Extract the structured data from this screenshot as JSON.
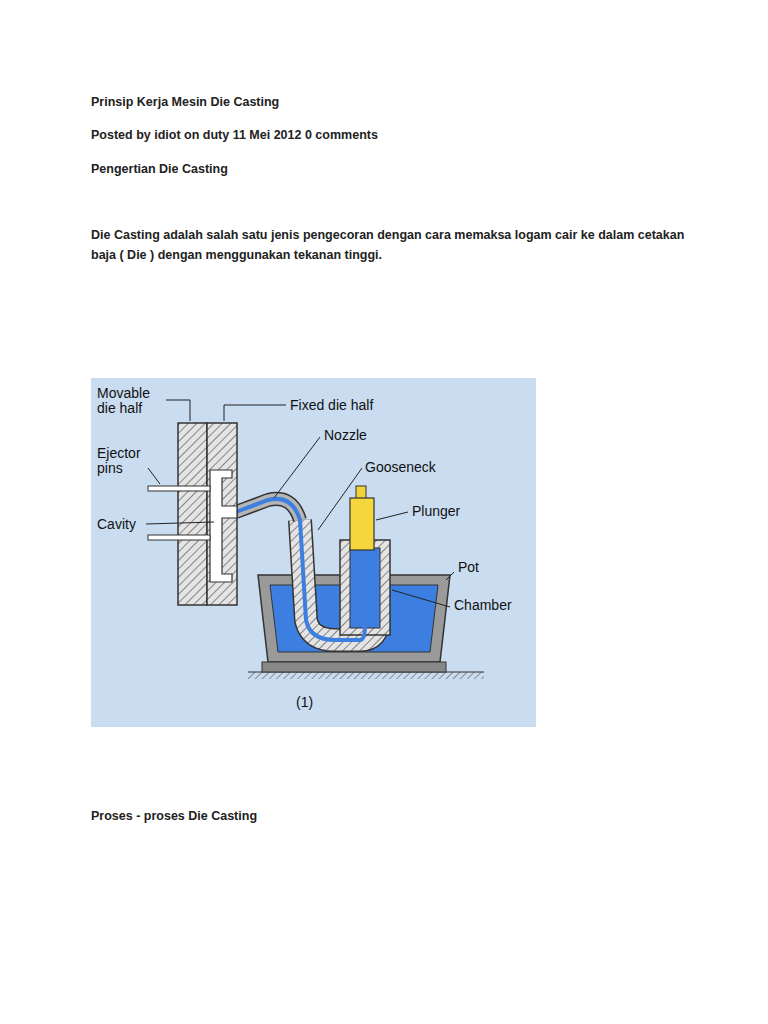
{
  "diagram": {
    "title": "Prinsip Kerja Mesin Die Casting",
    "labels": [
      "Posted by idiot on duty 11 Mei 2012 0 comments",
      "Pengertian Die Casting",
      "Die Casting adalah salah satu jenis pengecoran dengan cara memaksa logam cair ke dalam cetakan baja ( Die ) dengan menggunakan tekanan tinggi.",
      "Movable die half",
      "Fixed die half",
      "Nozzle",
      "Ejector pins",
      "Gooseneck",
      "Plunger",
      "Cavity",
      "Pot",
      "Chamber",
      "(1)",
      "Proses - proses Die Casting"
    ]
  }
}
